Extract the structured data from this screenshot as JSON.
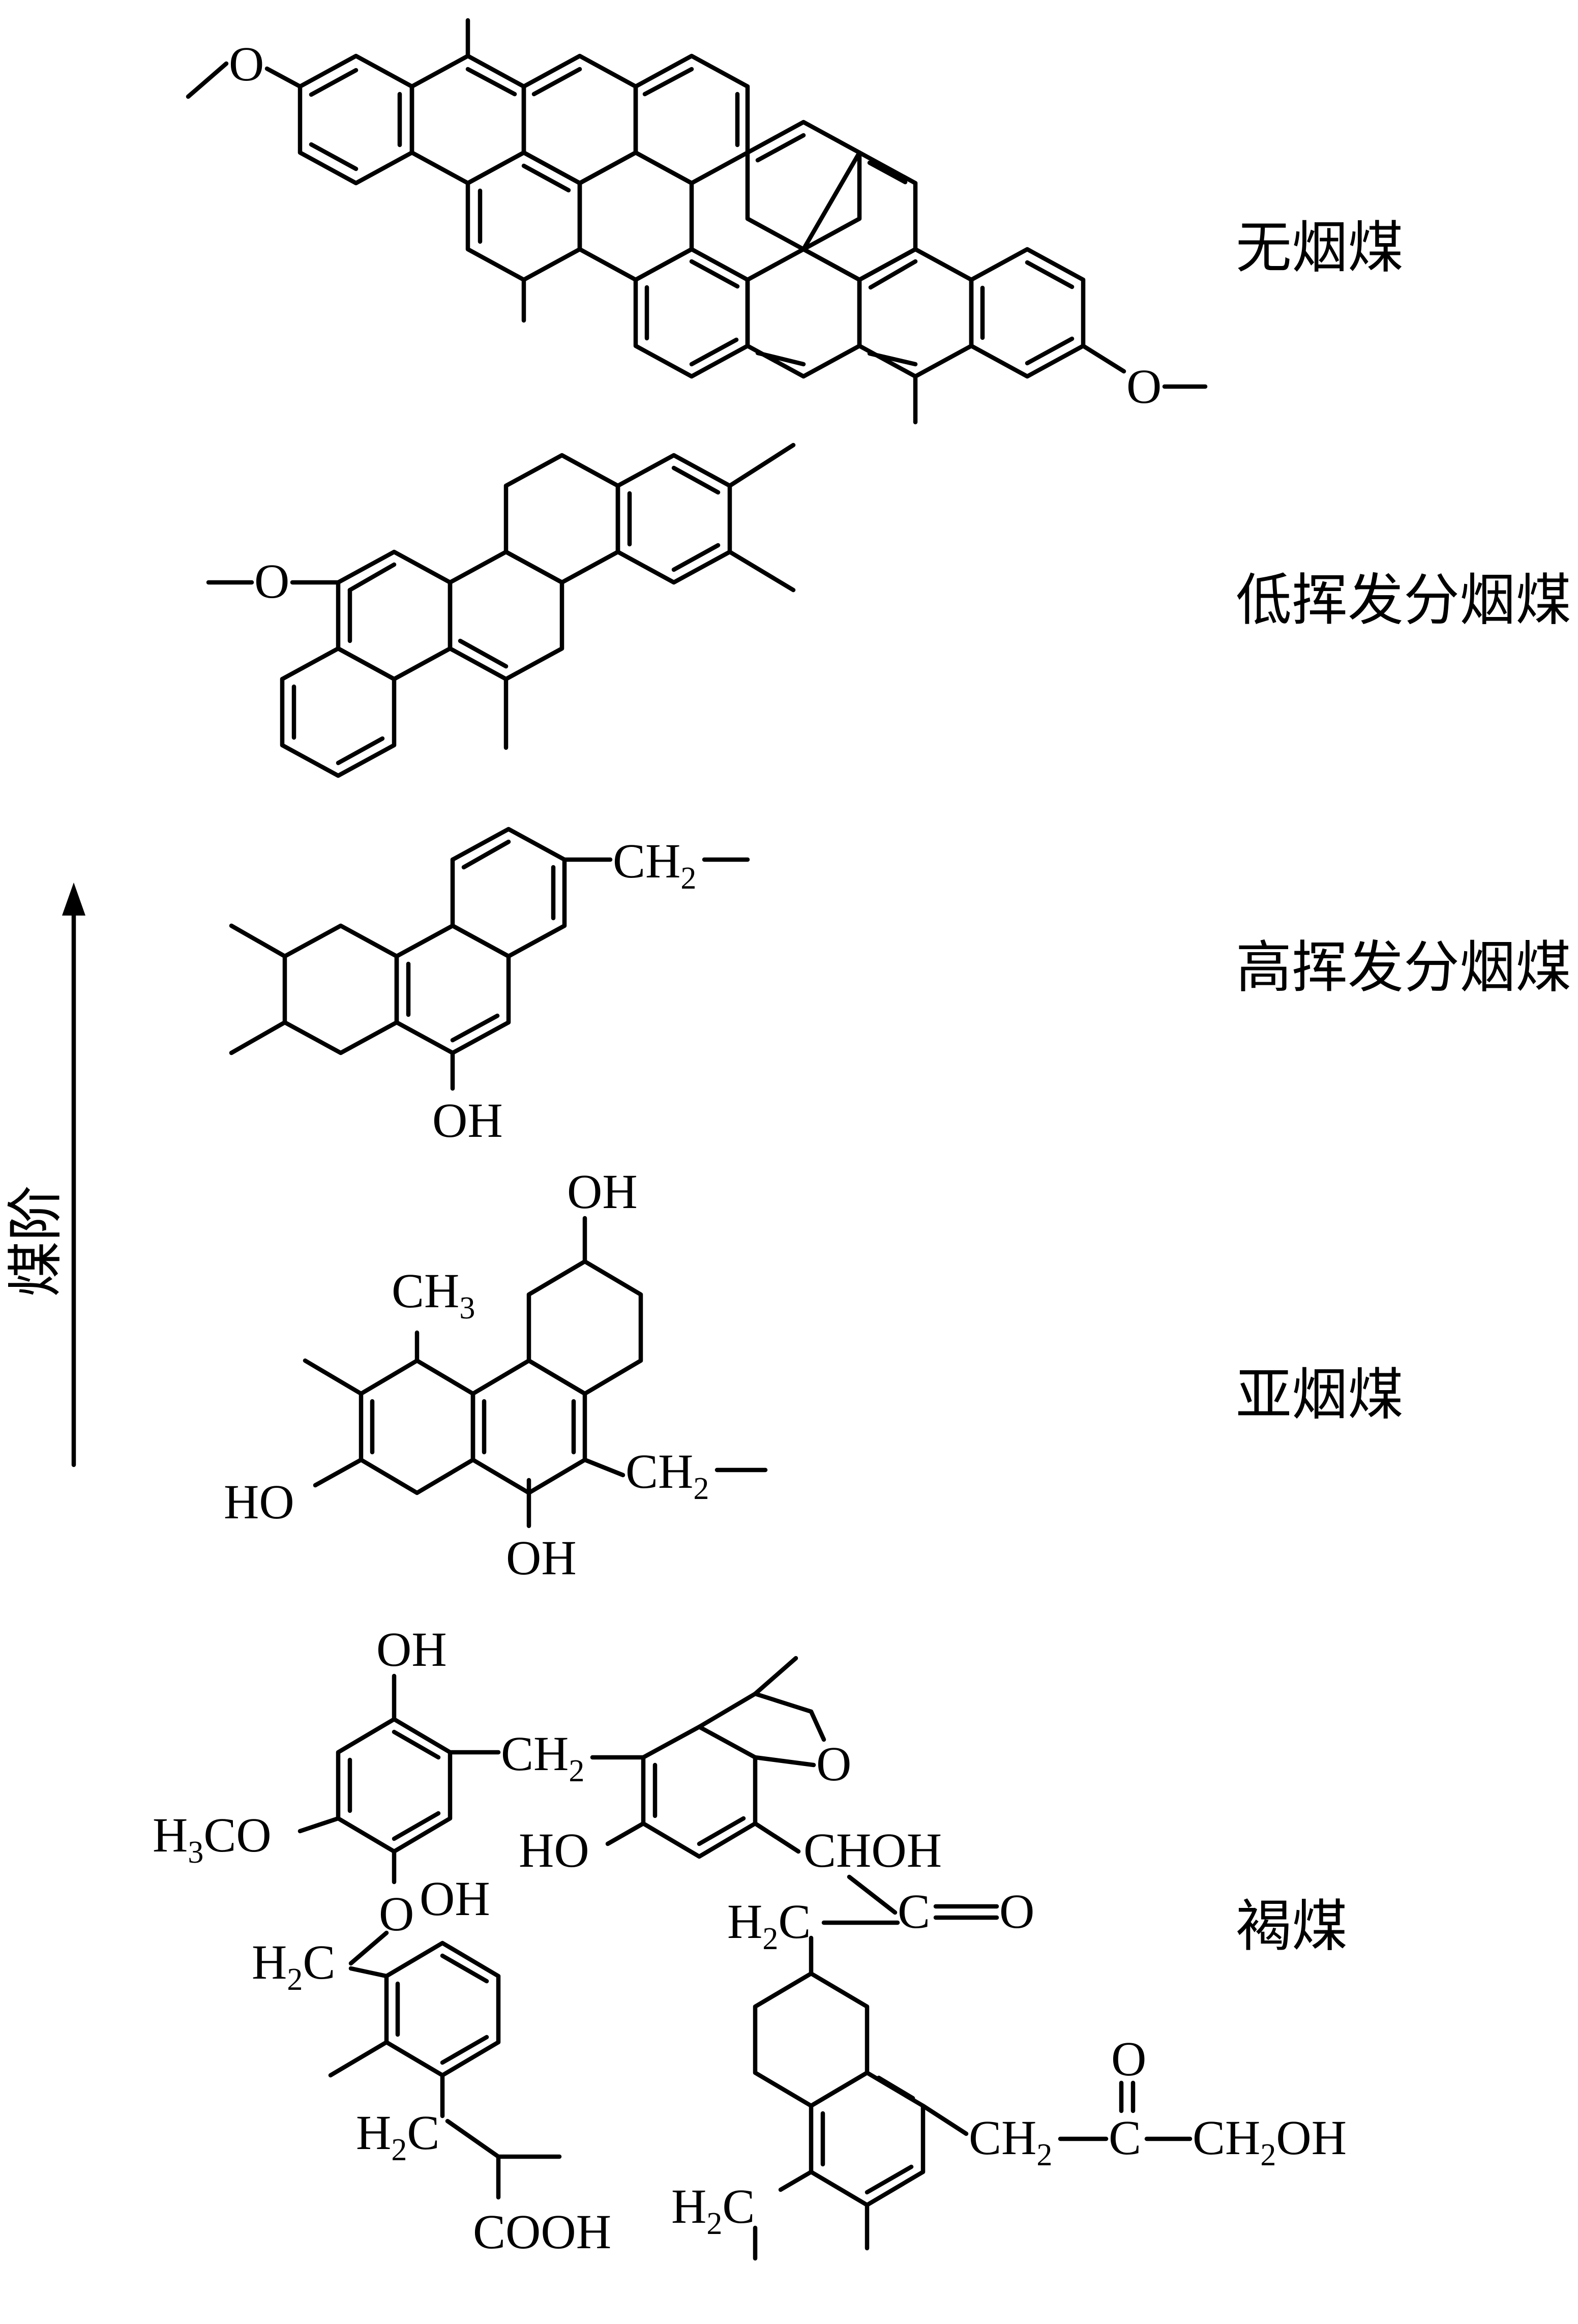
{
  "axis": {
    "label": "煤阶"
  },
  "ranks": [
    {
      "key": "anthracite",
      "label": "无烟煤"
    },
    {
      "key": "low-volatile-bituminous",
      "label": "低挥发分烟煤"
    },
    {
      "key": "high-volatile-bituminous",
      "label": "高挥发分烟煤"
    },
    {
      "key": "subbituminous",
      "label": "亚烟煤"
    },
    {
      "key": "lignite",
      "label": "褐煤"
    }
  ],
  "atoms": {
    "O": "O",
    "OH": "OH",
    "HO": "HO",
    "CH": "CH",
    "sub2": "2",
    "sub3": "3",
    "H": "H",
    "C": "C",
    "CO": "CO",
    "CHOH": "CHOH",
    "COOH": "COOH",
    "H2OH_tail": "OH"
  }
}
